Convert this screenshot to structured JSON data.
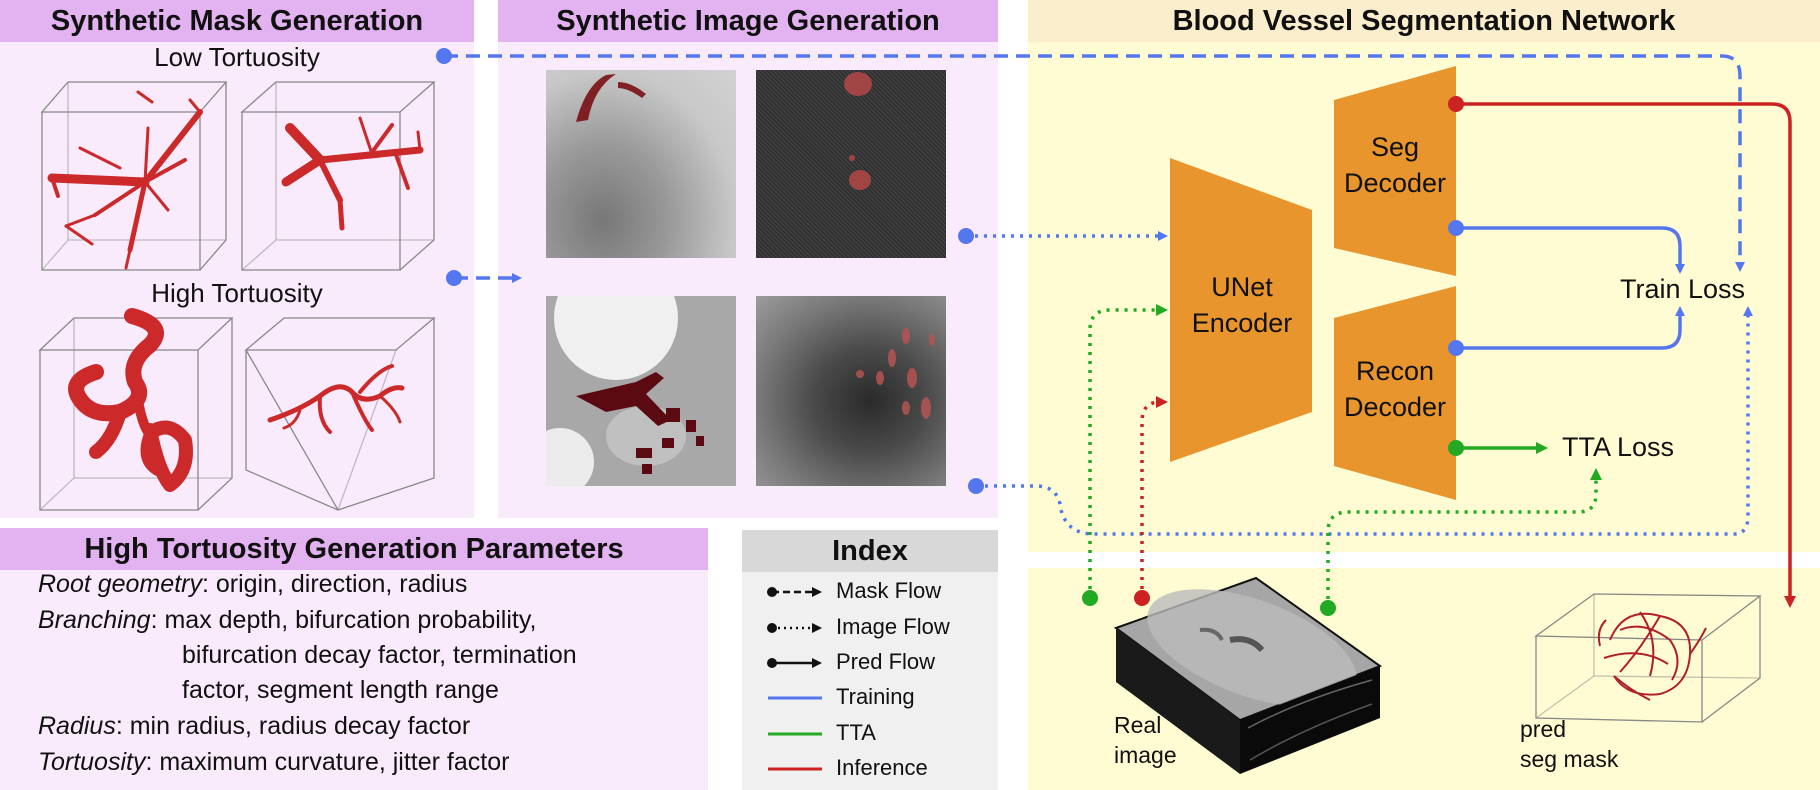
{
  "mask_panel": {
    "header": "Synthetic Mask Generation",
    "low_label": "Low Tortuosity",
    "high_label": "High Tortuosity"
  },
  "image_panel": {
    "header": "Synthetic Image Generation"
  },
  "network_panel": {
    "header": "Blood Vessel Segmentation Network",
    "encoder_label": [
      "UNet",
      "Encoder"
    ],
    "seg_decoder_label": [
      "Seg",
      "Decoder"
    ],
    "recon_decoder_label": [
      "Recon",
      "Decoder"
    ],
    "train_loss": "Train Loss",
    "tta_loss": "TTA Loss",
    "real_image_label": [
      "Real",
      "image"
    ],
    "pred_mask_label": [
      "pred",
      "seg mask"
    ]
  },
  "params_panel": {
    "header": "High Tortuosity Generation Parameters",
    "lines": [
      {
        "term": "Root geometry",
        "text": ": origin, direction, radius"
      },
      {
        "term": "Branching",
        "text": ": max depth, bifurcation probability,"
      },
      {
        "term": "",
        "text": "bifurcation decay factor, termination"
      },
      {
        "term": "",
        "text": "factor, segment length range"
      },
      {
        "term": "Radius",
        "text": ": min radius, radius decay factor"
      },
      {
        "term": "Tortuosity",
        "text": ": maximum curvature, jitter factor"
      }
    ]
  },
  "index_panel": {
    "header": "Index",
    "items": [
      {
        "label": "Mask Flow",
        "style": "dashed",
        "color": "#111111"
      },
      {
        "label": "Image Flow",
        "style": "dotted",
        "color": "#111111"
      },
      {
        "label": "Pred Flow",
        "style": "solid",
        "color": "#111111"
      },
      {
        "label": "Training",
        "style": "line",
        "color": "#5577ee"
      },
      {
        "label": "TTA",
        "style": "line",
        "color": "#22aa22"
      },
      {
        "label": "Inference",
        "style": "line",
        "color": "#cc2222"
      }
    ]
  },
  "colors": {
    "training": "#5577ee",
    "tta": "#22aa22",
    "inference": "#cc2222",
    "decoder_orange": "#e8952e",
    "mask_panel_bg": "#f9ebfc",
    "mask_header_bg": "#e2b3f0",
    "network_bg": "#fffbd2",
    "network_header_bg": "#fbeecd",
    "index_bg": "#f0f0f0",
    "index_header_bg": "#d8d8d8",
    "vessel_red": "#cc2a2a"
  }
}
